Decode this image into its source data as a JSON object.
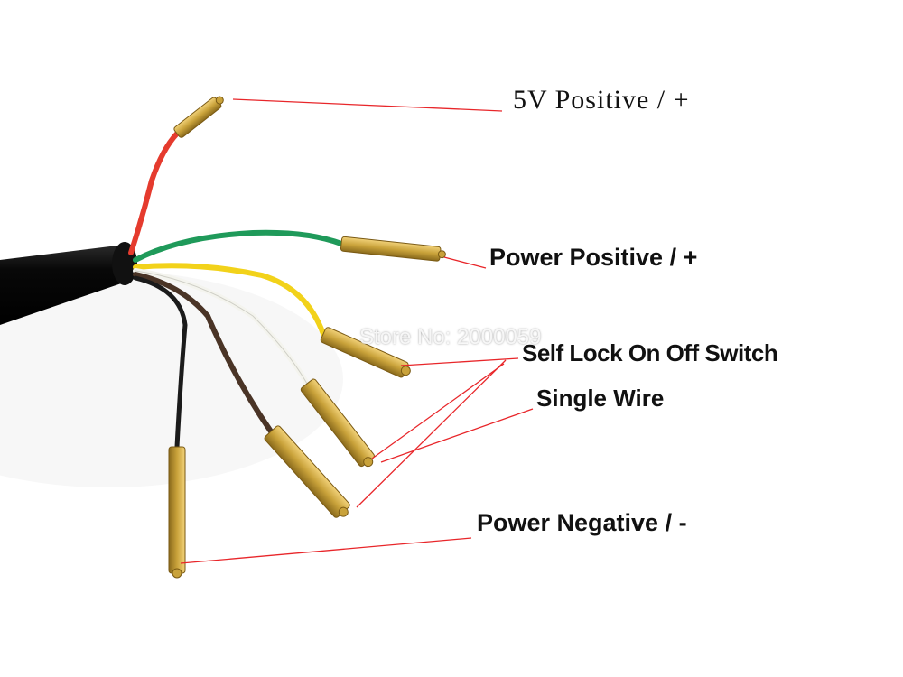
{
  "labels": {
    "five_volt": "5V Positive / +",
    "power_positive": "Power Positive / +",
    "self_lock": "Self Lock On Off Switch",
    "single_wire": "Single Wire",
    "power_negative": "Power Negative / -"
  },
  "watermark": "Store No: 2000059",
  "colors": {
    "pointer_line": "#e8262a",
    "wire_red": "#e53b2e",
    "wire_green": "#1f9a5a",
    "wire_yellow": "#f2d21a",
    "wire_white": "#f4f4ee",
    "wire_brown": "#4a3426",
    "wire_black": "#1b1b1b",
    "terminal_brass": "#c9a23a",
    "cable_jacket": "#0c0c0c"
  }
}
